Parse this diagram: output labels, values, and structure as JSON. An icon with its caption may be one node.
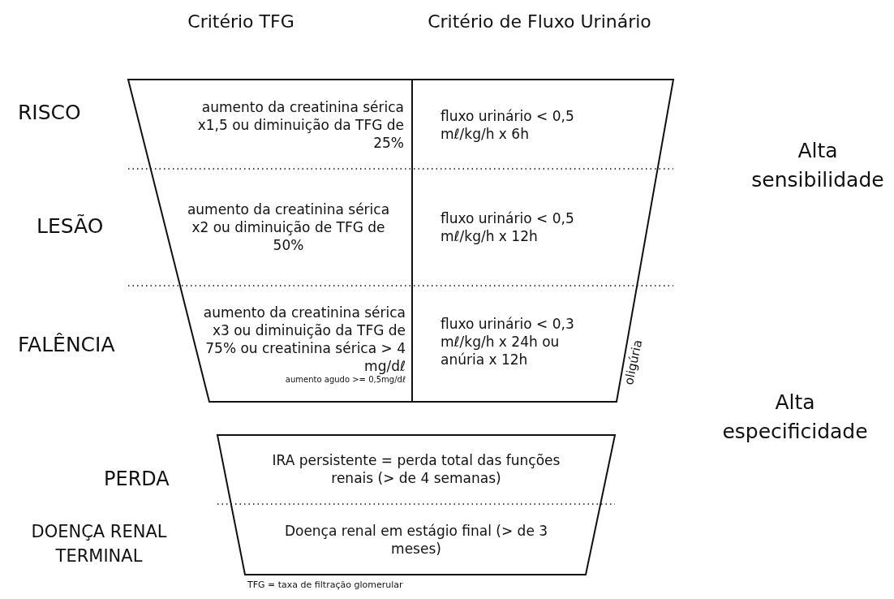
{
  "diagram": {
    "nodes": [
      {
        "text": [],
        "shape": "trapezoid"
      },
      {
        "text": [
          "aumento da creatinina sérica x1,5 ou diminuição da TFG de 25%"
        ],
        "in": 0
      },
      {
        "text": [
          "fluxo urinário < 0,5 mℓ/kg/h x 6h"
        ],
        "in": 0
      },
      {
        "text": [
          "aumento da creatinina sérica x2 ou diminuição de TFG de 50%"
        ],
        "in": 0
      },
      {
        "text": [
          "fluxo urinário < 0,5 mℓ/kg/h x 12h"
        ],
        "in": 0
      },
      {
        "text": [
          "aumento da creatinina sérica x3 ou diminuição da TFG de 75% ou creatinina sérica > 4 mg/dℓ",
          "aumento agudo >= 0,5mg/dℓ"
        ],
        "in": 0
      },
      {
        "text": [
          "fluxo urinário < 0,3 mℓ/kg/h x 24h ou anúria x 12h"
        ],
        "in": 0
      },
      {
        "text": [],
        "shape": "trapezoid"
      },
      {
        "text": [
          "IRA persistente = perda total das funções renais (> de 4 semanas)"
        ],
        "in": 7
      },
      {
        "text": [
          "Doença renal em estágio final (> de 3 meses)"
        ],
        "in": 7
      }
    ],
    "edges": [],
    "labels": [
      "Critério TFG",
      "Critério de Fluxo Urinário",
      "RISCO",
      "Alta sensibilidade",
      "LESÃO",
      "FALÊNCIA",
      "oligúria",
      "Alta especificidade",
      "PERDA",
      "DOENÇA RENAL TERMINAL",
      "TFG = taxa de filtração glomerular"
    ]
  }
}
